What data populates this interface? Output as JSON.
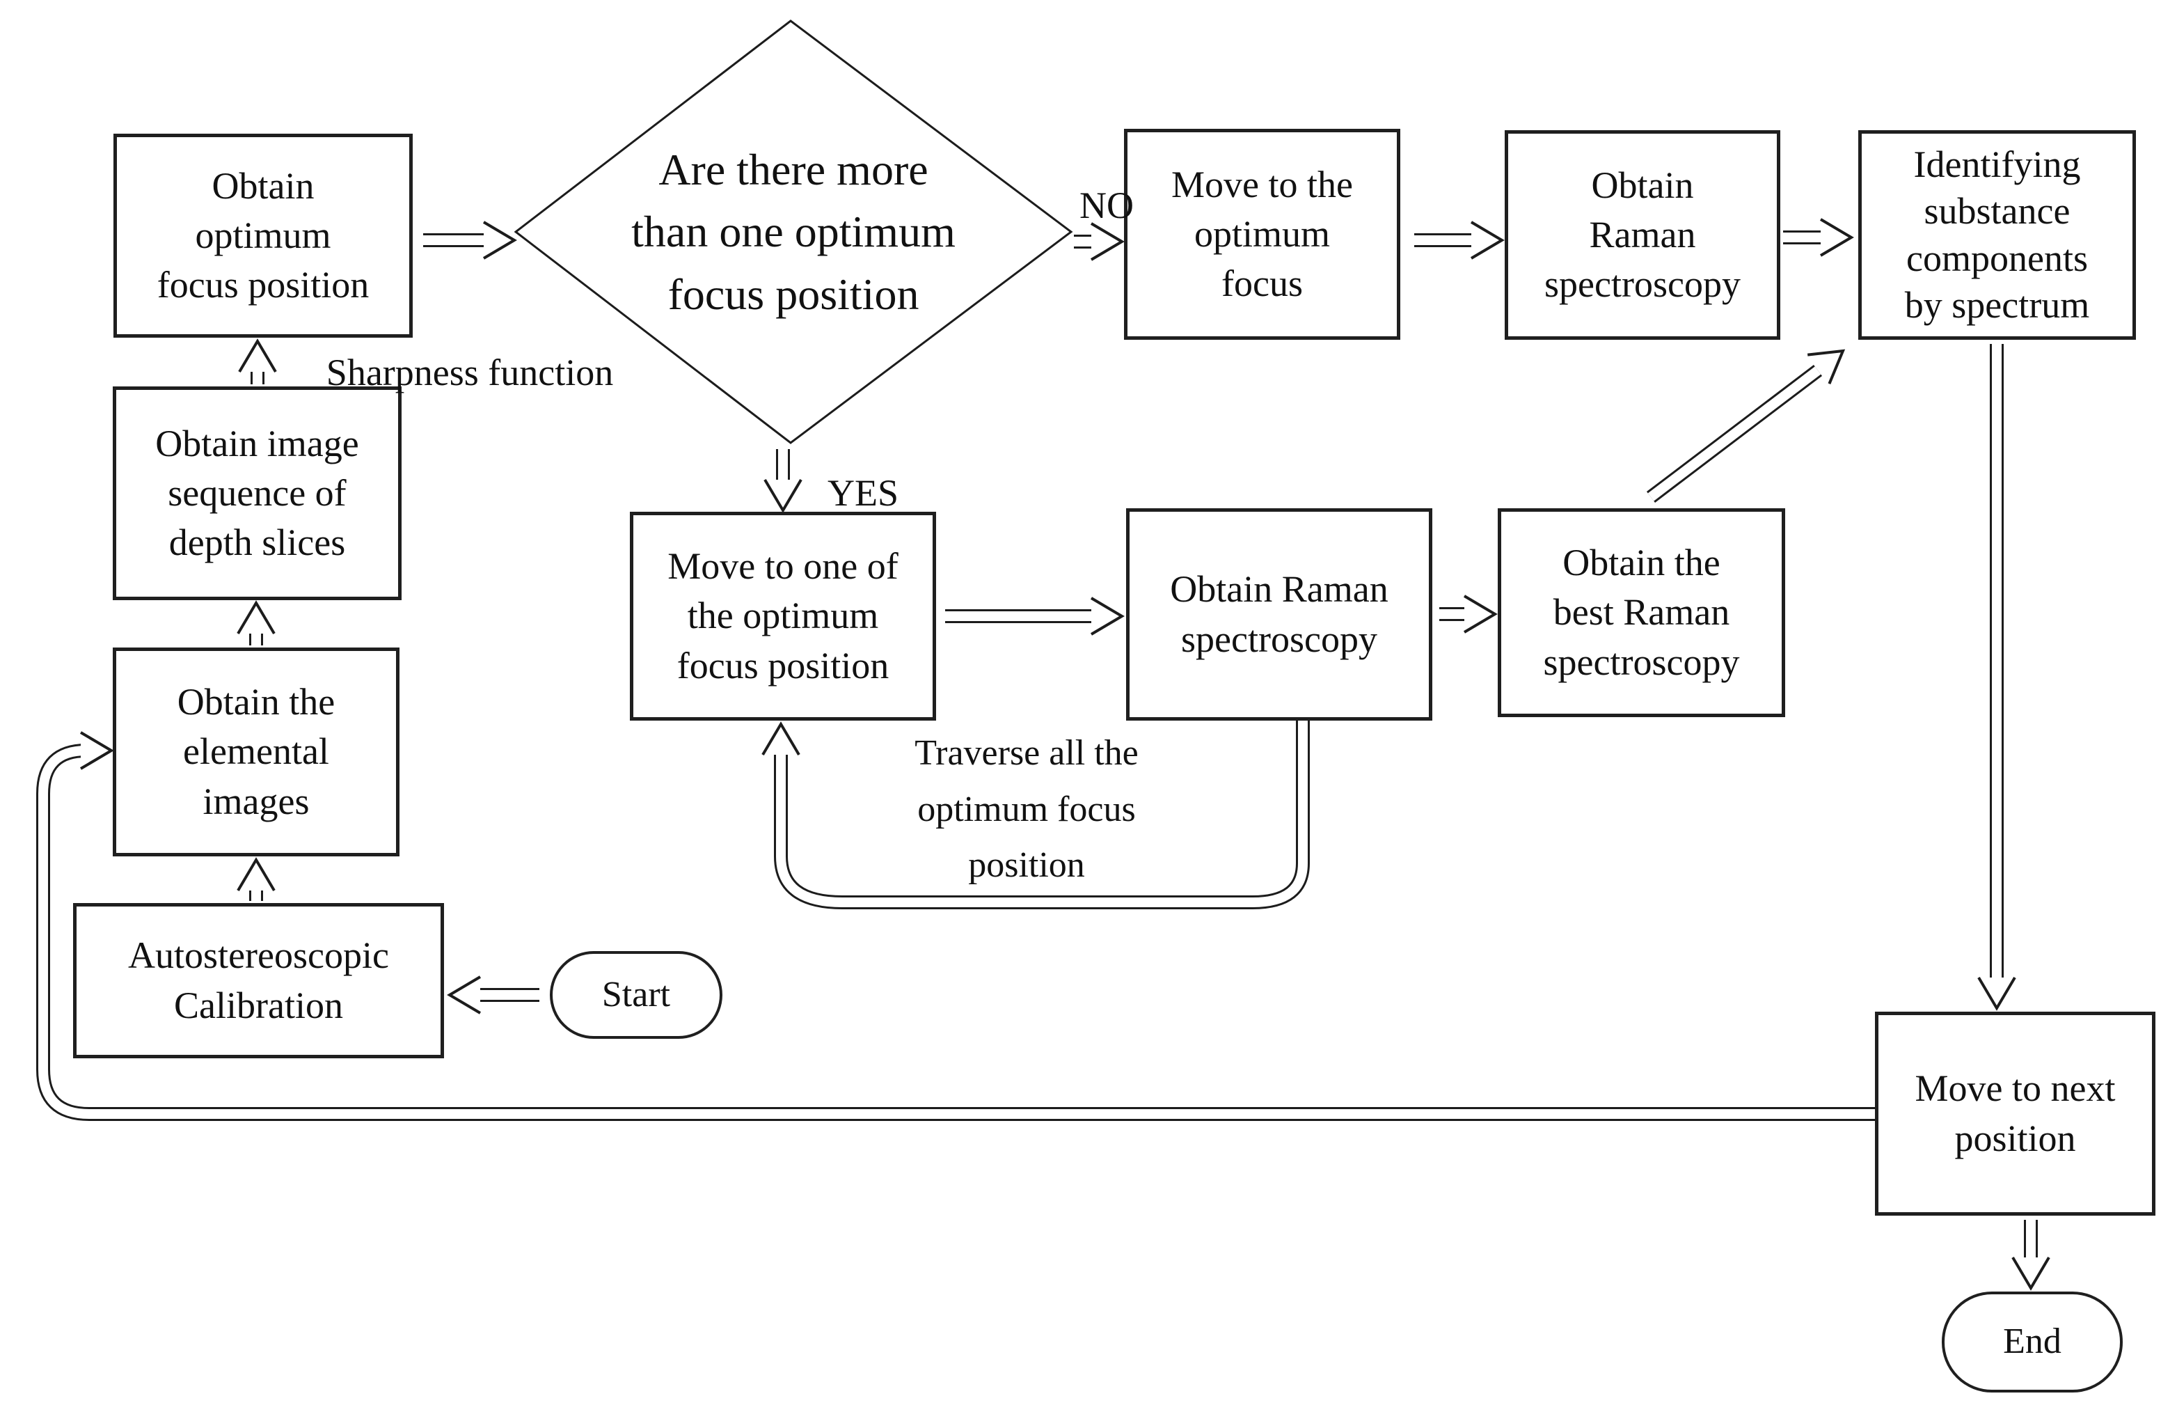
{
  "diagram": {
    "colors": {
      "background": "#ffffff",
      "line": "#1c1c1c",
      "text": "#111111"
    },
    "nodes": {
      "start": {
        "type": "terminator",
        "label": "Start"
      },
      "autostereoscopic_calibration": {
        "type": "process",
        "label": "Autostereoscopic\nCalibration"
      },
      "obtain_elemental_images": {
        "type": "process",
        "label": "Obtain the\nelemental\nimages"
      },
      "obtain_image_sequence": {
        "type": "process",
        "label": "Obtain image\nsequence of\ndepth slices"
      },
      "obtain_optimum_focus": {
        "type": "process",
        "label": "Obtain\noptimum\nfocus position"
      },
      "decision_more_than_one": {
        "type": "decision",
        "label": "Are there more\nthan one optimum\nfocus position"
      },
      "move_to_optimum_focus": {
        "type": "process",
        "label": "Move to the\noptimum\nfocus"
      },
      "obtain_raman_top": {
        "type": "process",
        "label": "Obtain\nRaman\nspectroscopy"
      },
      "identifying_substance": {
        "type": "process",
        "label": "Identifying\nsubstance\ncomponents\nby spectrum"
      },
      "move_to_one_focus": {
        "type": "process",
        "label": "Move to one of\nthe optimum\nfocus position"
      },
      "obtain_raman_mid": {
        "type": "process",
        "label": "Obtain Raman\nspectroscopy"
      },
      "obtain_best_raman": {
        "type": "process",
        "label": "Obtain the\nbest Raman\nspectroscopy"
      },
      "move_to_next_position": {
        "type": "process",
        "label": "Move to next\nposition"
      },
      "end": {
        "type": "terminator",
        "label": "End"
      }
    },
    "labels": {
      "sharpness": "Sharpness function",
      "no": "NO",
      "yes": "YES",
      "traverse": "Traverse all the\noptimum focus\nposition"
    },
    "edges": [
      {
        "from": "start",
        "to": "autostereoscopic_calibration",
        "label": ""
      },
      {
        "from": "autostereoscopic_calibration",
        "to": "obtain_elemental_images",
        "label": ""
      },
      {
        "from": "obtain_elemental_images",
        "to": "obtain_image_sequence",
        "label": ""
      },
      {
        "from": "obtain_image_sequence",
        "to": "obtain_optimum_focus",
        "label": "Sharpness function"
      },
      {
        "from": "obtain_optimum_focus",
        "to": "decision_more_than_one",
        "label": ""
      },
      {
        "from": "decision_more_than_one",
        "to": "move_to_optimum_focus",
        "label": "NO"
      },
      {
        "from": "move_to_optimum_focus",
        "to": "obtain_raman_top",
        "label": ""
      },
      {
        "from": "obtain_raman_top",
        "to": "identifying_substance",
        "label": ""
      },
      {
        "from": "decision_more_than_one",
        "to": "move_to_one_focus",
        "label": "YES"
      },
      {
        "from": "move_to_one_focus",
        "to": "obtain_raman_mid",
        "label": ""
      },
      {
        "from": "obtain_raman_mid",
        "to": "obtain_best_raman",
        "label": ""
      },
      {
        "from": "obtain_raman_mid",
        "to": "move_to_one_focus",
        "label": "Traverse all the optimum focus position"
      },
      {
        "from": "obtain_best_raman",
        "to": "identifying_substance",
        "label": ""
      },
      {
        "from": "identifying_substance",
        "to": "move_to_next_position",
        "label": ""
      },
      {
        "from": "move_to_next_position",
        "to": "obtain_elemental_images",
        "label": ""
      },
      {
        "from": "move_to_next_position",
        "to": "end",
        "label": ""
      }
    ]
  }
}
